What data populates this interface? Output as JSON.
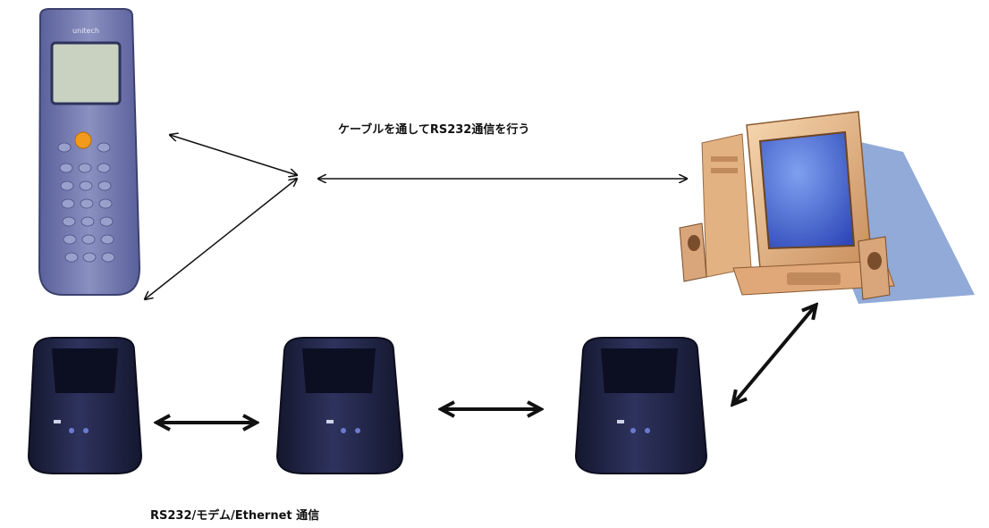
{
  "diagram": {
    "top_label": "ケーブルを通してRS232通信を行う",
    "bottom_label": "RS232/モデム/Ethernet 通信",
    "device_brand": "unitech"
  },
  "colors": {
    "handheld_body": "#6f76a8",
    "handheld_screen": "#c9d2c0",
    "scan_button": "#f29a1e",
    "cradle_body": "#1e2140",
    "monitor_case": "#e9b98a",
    "monitor_screen": "#4a6ad8",
    "pc_shadow": "#7e9bd0"
  }
}
